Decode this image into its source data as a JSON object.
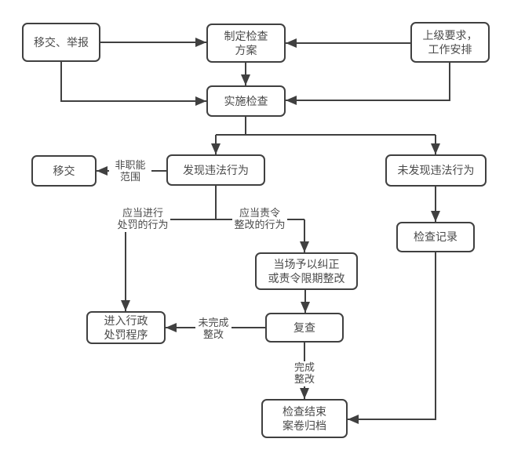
{
  "diagram": {
    "type": "flowchart",
    "nodes": {
      "transfer_report": "移交、举报",
      "make_plan": "制定检查\n方案",
      "superior": "上级要求，\n工作安排",
      "implement": "实施检查",
      "transfer": "移交",
      "found_violation": "发现违法行为",
      "no_violation": "未发现违法行为",
      "inspection_record": "检查记录",
      "on_spot_correct": "当场予以纠正\n或责令限期整改",
      "penalty_procedure": "进入行政\n处罚程序",
      "recheck": "复查",
      "end_archive": "检查结束\n案卷归档"
    },
    "edge_labels": {
      "non_function_scope": "非职能\n范围",
      "should_punish": "应当进行\n处罚的行为",
      "should_rectify": "应当责令\n整改的行为",
      "rectify_not_done": "未完成\n整改",
      "rectify_done": "完成\n整改"
    },
    "colors": {
      "line": "#404040",
      "text": "#4a4a4a",
      "node_fill": "#ffffff",
      "background": "#ffffff"
    }
  }
}
